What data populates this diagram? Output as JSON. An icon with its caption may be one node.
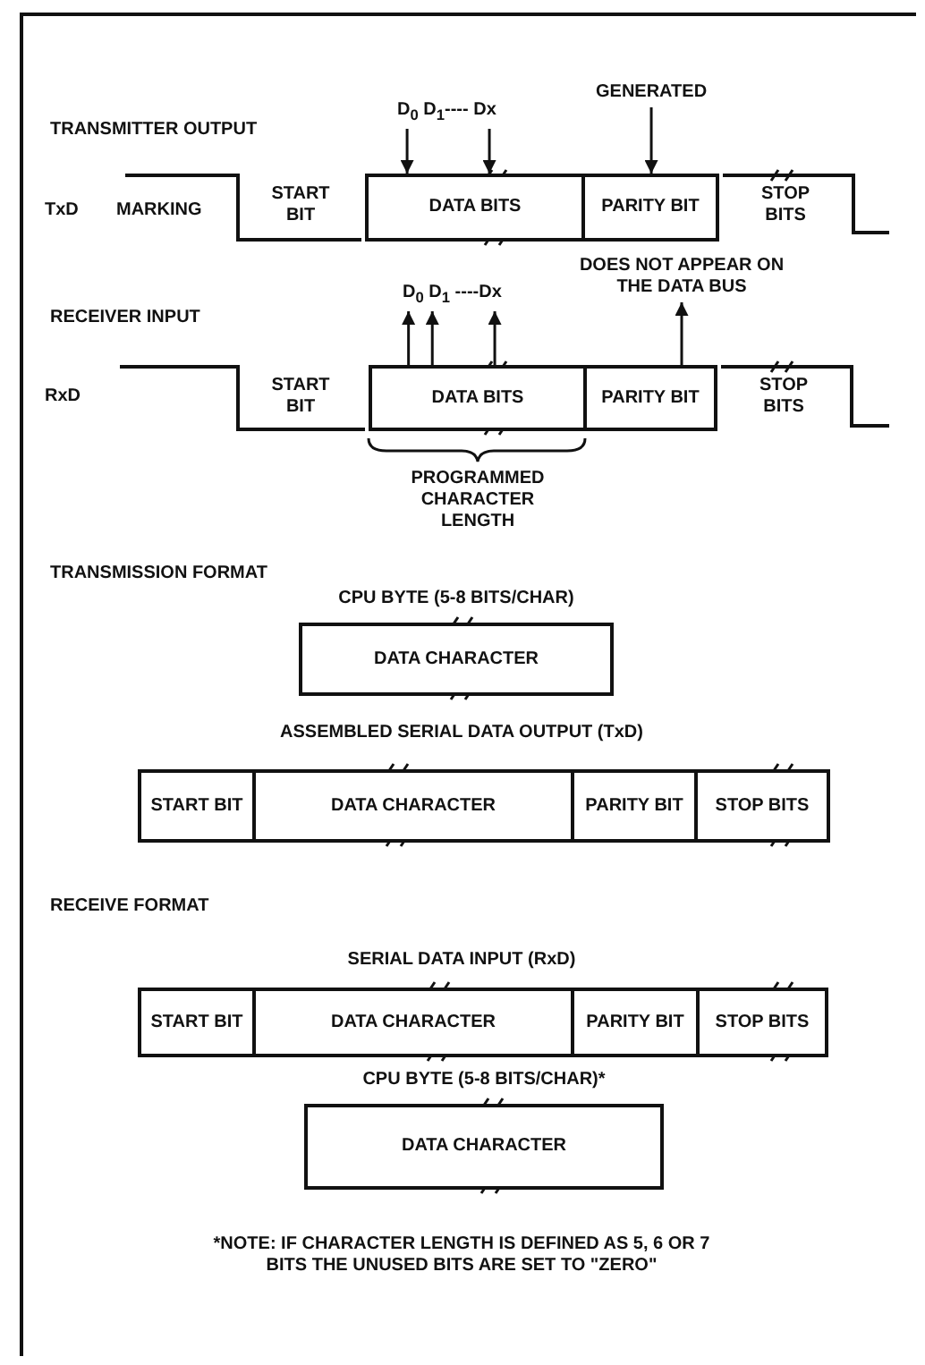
{
  "diagram": {
    "nodes": [
      {
        "text": [
          "DATA BITS"
        ]
      },
      {
        "text": [
          "PARITY BIT"
        ]
      },
      {
        "text": [
          "D$_{0}$ D$_{1}$---- Dx"
        ]
      },
      {
        "text": [
          "GENERATED"
        ]
      },
      {
        "text": [
          "DATA BITS"
        ]
      },
      {
        "text": [
          "PARITY BIT"
        ]
      },
      {
        "text": [
          "D$_{0}$ D$_{1}$ ----Dx"
        ]
      },
      {
        "text": [
          "DOES NOT APPEAR ON THE DATA BUS"
        ]
      },
      {
        "text": [
          "DATA CHARACTER"
        ],
        "beside": [
          "CPU BYTE (5-8 BITS/CHAR)"
        ]
      },
      {
        "text": [
          "START BIT"
        ]
      },
      {
        "text": [
          "DATA CHARACTER"
        ]
      },
      {
        "text": [
          "PARITY BIT"
        ]
      },
      {
        "text": [
          "STOP BITS"
        ]
      },
      {
        "text": [
          "START BIT"
        ]
      },
      {
        "text": [
          "DATA CHARACTER"
        ]
      },
      {
        "text": [
          "PARITY BIT"
        ]
      },
      {
        "text": [
          "STOP BITS"
        ]
      },
      {
        "text": [
          "DATA CHARACTER"
        ],
        "beside": [
          "CPU BYTE (5-8 BITS/CHAR)*"
        ]
      }
    ],
    "edges": [
      {
        "from": 2,
        "to": 0,
        "arrow": "to"
      },
      {
        "from": 2,
        "to": 0,
        "arrow": "to"
      },
      {
        "from": 3,
        "to": 1,
        "arrow": "to"
      },
      {
        "from": 4,
        "to": 6,
        "arrow": "to"
      },
      {
        "from": 4,
        "to": 6,
        "arrow": "to"
      },
      {
        "from": 4,
        "to": 6,
        "arrow": "to"
      },
      {
        "from": 5,
        "to": 7,
        "arrow": "to"
      }
    ],
    "labels": [
      "TRANSMITTER OUTPUT",
      "TxD",
      "MARKING",
      "START BIT",
      "STOP BITS",
      "RECEIVER INPUT",
      "RxD",
      "START BIT",
      "STOP BITS",
      "PROGRAMMED CHARACTER LENGTH",
      "TRANSMISSION FORMAT",
      "ASSEMBLED SERIAL DATA OUTPUT (TxD)",
      "RECEIVE FORMAT",
      "SERIAL DATA INPUT (RxD)",
      "*NOTE: IF CHARACTER LENGTH IS DEFINED AS 5, 6 OR 7 BITS THE UNUSED BITS ARE SET TO \"ZERO\""
    ]
  }
}
